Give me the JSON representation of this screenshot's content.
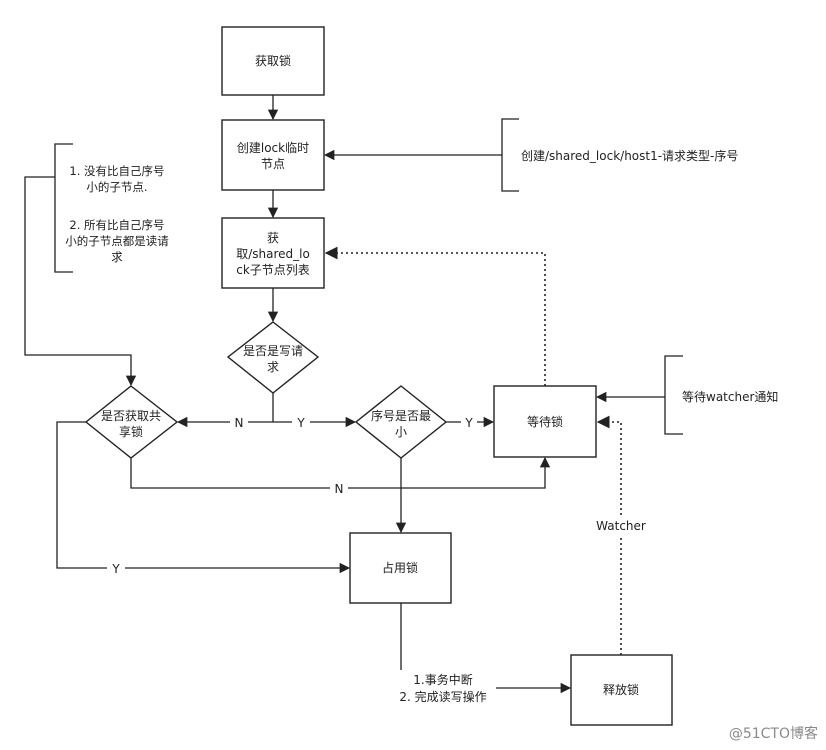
{
  "nodes": {
    "acquire_lock": "获取锁",
    "create_node": [
      "创建lock临时",
      "节点"
    ],
    "get_children": [
      "获",
      "取/shared_lo",
      "ck子节点列表"
    ],
    "is_write_request": [
      "是否是写请",
      "求"
    ],
    "is_acquire_shared": [
      "是否获取共",
      "享锁"
    ],
    "seq_is_min": [
      "序号是否最",
      "小"
    ],
    "wait_lock": "等待锁",
    "occupy_lock": "占用锁",
    "release_lock": "释放锁"
  },
  "annotations": {
    "node_path": "创建/shared_lock/host1-请求类型-序号",
    "condition_1": [
      "1. 没有比自己序号",
      "小的子节点."
    ],
    "condition_2": [
      "2. 所有比自己序号",
      "小的子节点都是读请",
      "求"
    ],
    "wait_watcher": "等待watcher通知",
    "release_conditions": [
      "1.事务中断",
      "2. 完成读写操作"
    ]
  },
  "edge_labels": {
    "no_1": "N",
    "yes_1": "Y",
    "yes_2": "Y",
    "no_2": "N",
    "yes_3": "Y",
    "watcher": "Watcher"
  },
  "watermark": "@51CTO博客"
}
